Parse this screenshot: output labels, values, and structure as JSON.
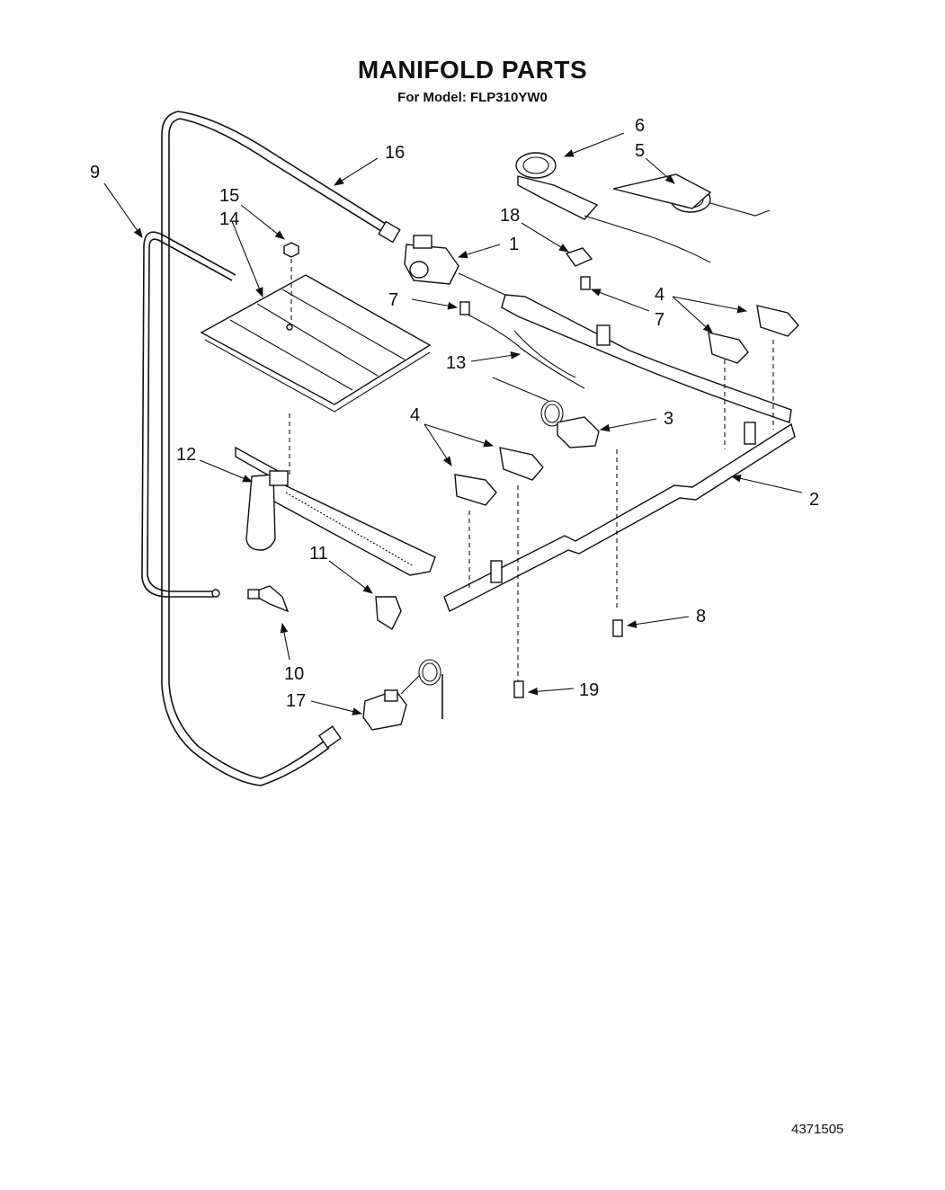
{
  "header": {
    "title": "MANIFOLD PARTS",
    "subtitle": "For Model: FLP310YW0"
  },
  "footer": {
    "document_number": "4371505"
  },
  "callouts": {
    "c1": "1",
    "c2": "2",
    "c3": "3",
    "c4a": "4",
    "c4b": "4",
    "c5": "5",
    "c6": "6",
    "c7a": "7",
    "c7b": "7",
    "c8": "8",
    "c9": "9",
    "c10": "10",
    "c11": "11",
    "c12": "12",
    "c13": "13",
    "c14": "14",
    "c15": "15",
    "c16": "16",
    "c17": "17",
    "c18": "18",
    "c19": "19"
  }
}
